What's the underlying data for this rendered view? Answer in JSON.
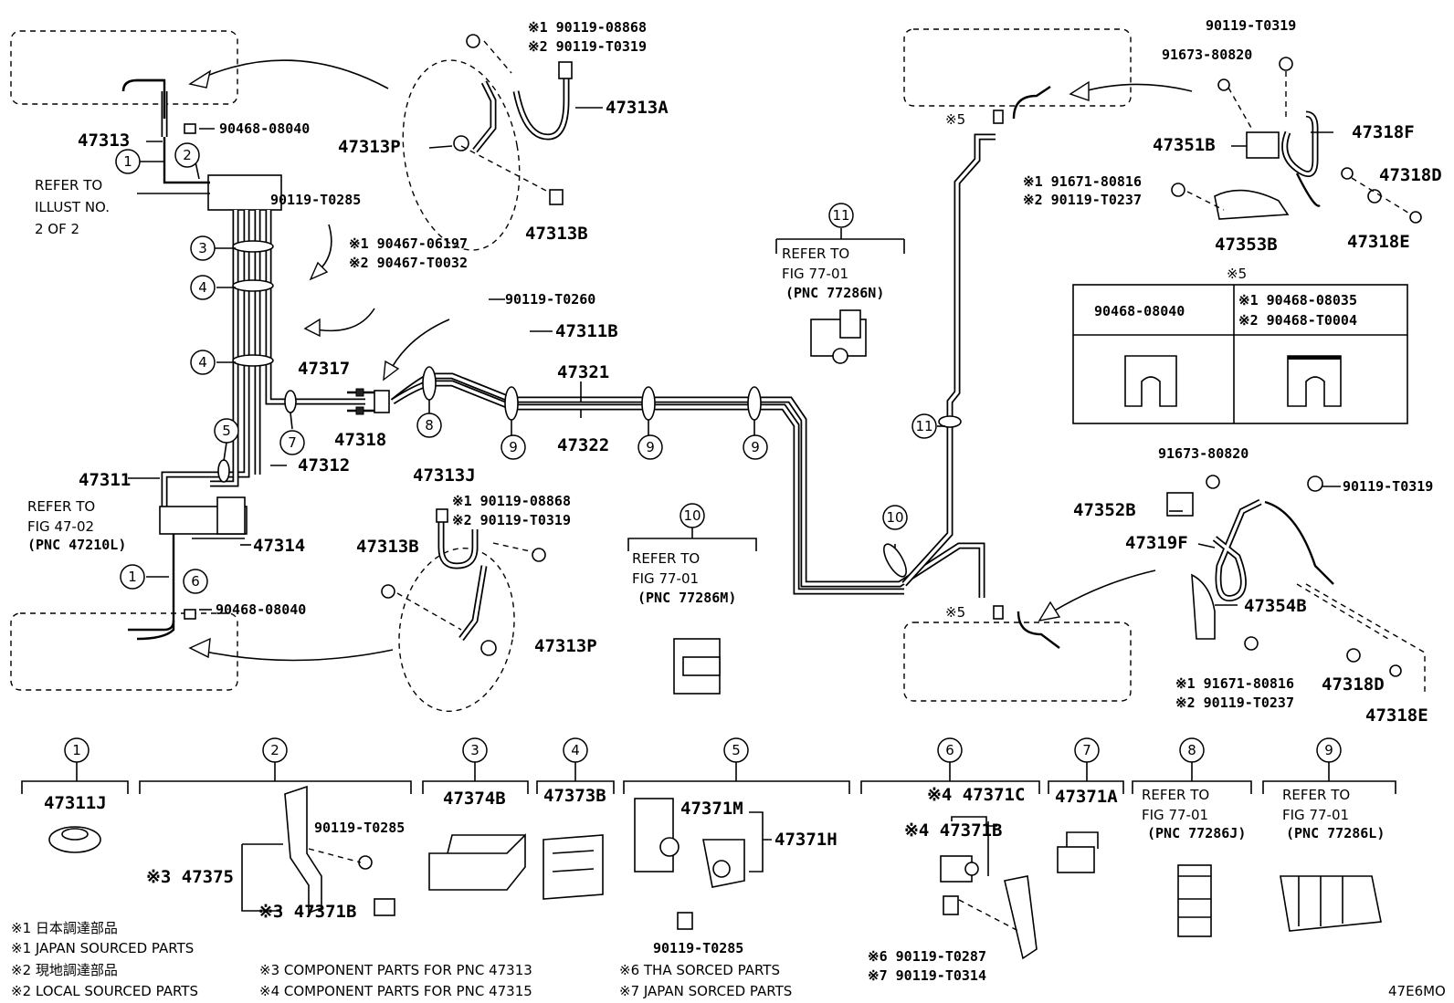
{
  "diagram_code": "47E6MO",
  "callouts": [
    {
      "n": "1"
    },
    {
      "n": "2"
    },
    {
      "n": "3"
    },
    {
      "n": "4"
    },
    {
      "n": "4"
    },
    {
      "n": "5"
    },
    {
      "n": "1"
    },
    {
      "n": "6"
    },
    {
      "n": "7"
    },
    {
      "n": "8"
    },
    {
      "n": "9"
    },
    {
      "n": "9"
    },
    {
      "n": "9"
    },
    {
      "n": "10"
    },
    {
      "n": "11"
    },
    {
      "n": "10"
    },
    {
      "n": "11"
    }
  ],
  "labels": [
    {
      "text": "47313"
    },
    {
      "text": "90468-08040"
    },
    {
      "text": "REFER TO"
    },
    {
      "text": "ILLUST NO."
    },
    {
      "text": "2 OF 2"
    },
    {
      "text": "90119-T0285"
    },
    {
      "text": "※1 90467-06197"
    },
    {
      "text": "※2 90467-T0032"
    },
    {
      "text": "※1 90119-08868"
    },
    {
      "text": "※2 90119-T0319"
    },
    {
      "text": "47313A"
    },
    {
      "text": "47313P"
    },
    {
      "text": "47313B"
    },
    {
      "text": "90119-T0260"
    },
    {
      "text": "47311B"
    },
    {
      "text": "47317"
    },
    {
      "text": "47318"
    },
    {
      "text": "47321"
    },
    {
      "text": "47322"
    },
    {
      "text": "47311"
    },
    {
      "text": "47312"
    },
    {
      "text": "REFER TO"
    },
    {
      "text": "FIG 47-02"
    },
    {
      "text": "(PNC 47210L)"
    },
    {
      "text": "47314"
    },
    {
      "text": "90468-08040"
    },
    {
      "text": "47313J"
    },
    {
      "text": "※1 90119-08868"
    },
    {
      "text": "※2 90119-T0319"
    },
    {
      "text": "47313B"
    },
    {
      "text": "47313P"
    },
    {
      "text": "REFER TO"
    },
    {
      "text": "FIG 77-01"
    },
    {
      "text": "(PNC 77286N)"
    },
    {
      "text": "REFER TO"
    },
    {
      "text": "FIG 77-01"
    },
    {
      "text": "(PNC 77286M)"
    },
    {
      "text": "90119-T0319"
    },
    {
      "text": "91673-80820"
    },
    {
      "text": "47318F"
    },
    {
      "text": "47351B"
    },
    {
      "text": "※1 91671-80816"
    },
    {
      "text": "※2 90119-T0237"
    },
    {
      "text": "47318D"
    },
    {
      "text": "47353B"
    },
    {
      "text": "47318E"
    },
    {
      "text": "※5"
    },
    {
      "text": "※5"
    },
    {
      "text": "※5"
    },
    {
      "text": "91673-80820"
    },
    {
      "text": "90119-T0319"
    },
    {
      "text": "47352B"
    },
    {
      "text": "47319F"
    },
    {
      "text": "47354B"
    },
    {
      "text": "※1 91671-80816"
    },
    {
      "text": "※2 90119-T0237"
    },
    {
      "text": "47318D"
    },
    {
      "text": "47318E"
    }
  ],
  "clip_table": {
    "header": "※5",
    "col1": "90468-08040",
    "col2_line1": "※1 90468-08035",
    "col2_line2": "※2 90468-T0004"
  },
  "bottom_parts": [
    {
      "n": "1",
      "label": "47311J"
    },
    {
      "n": "2",
      "label": "90119-T0285",
      "label2": "※3 47375",
      "label3": "※3 47371B"
    },
    {
      "n": "3",
      "label": "47374B"
    },
    {
      "n": "4",
      "label": "47373B"
    },
    {
      "n": "5",
      "label": "47371M",
      "label2": "47371H",
      "label3": "90119-T0285"
    },
    {
      "n": "6",
      "label": "※4 47371C",
      "label2": "※4 47371B",
      "label3": "※6 90119-T0287",
      "label4": "※7 90119-T0314"
    },
    {
      "n": "7",
      "label": "47371A"
    },
    {
      "n": "8",
      "label": "REFER TO",
      "label2": "FIG 77-01",
      "label3": "(PNC 77286J)"
    },
    {
      "n": "9",
      "label": "REFER TO",
      "label2": "FIG 77-01",
      "label3": "(PNC 77286L)"
    }
  ],
  "notes": [
    "※1 日本調達部品",
    "※1 JAPAN SOURCED PARTS",
    "※2 現地調達部品",
    "※2 LOCAL SOURCED PARTS",
    "※3  COMPONENT PARTS FOR PNC 47313",
    "※4  COMPONENT PARTS FOR PNC 47315",
    "※6 THA SORCED PARTS",
    "※7 JAPAN SORCED PARTS"
  ]
}
